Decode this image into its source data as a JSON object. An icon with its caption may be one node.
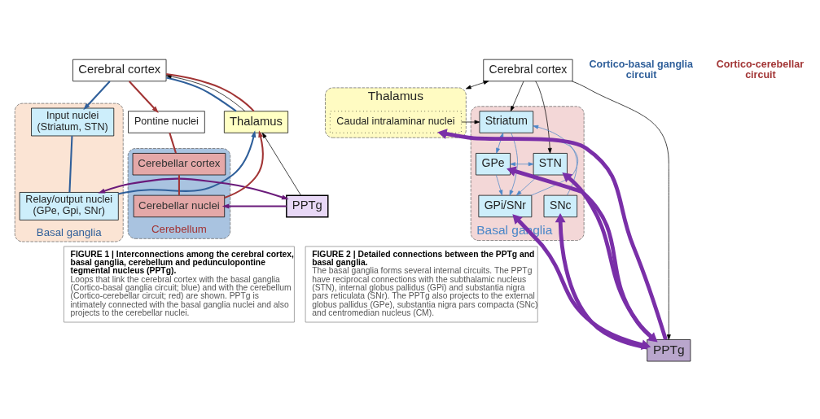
{
  "diagram": {
    "nodes": [
      {
        "text": [
          "Basal ganglia"
        ]
      },
      {
        "text": [
          "Input nuclei",
          "(Striatum, STN)"
        ],
        "in": 0
      },
      {
        "text": [
          "Relay/output nuclei",
          "(GPe, Gpi, SNr)"
        ],
        "in": 0
      },
      {
        "text": [
          "Cerebral cortex"
        ]
      },
      {
        "text": [
          "Thalamus"
        ]
      },
      {
        "text": [
          "PPTg"
        ]
      },
      {
        "text": [
          "Pontine nuclei"
        ]
      },
      {
        "text": [
          "Cerebellum"
        ]
      },
      {
        "text": [
          "Cerebellar cortex"
        ],
        "in": 7
      },
      {
        "text": [
          "Cerebellar nuclei"
        ],
        "in": 7
      },
      {
        "text": [
          "Cerebral cortex"
        ]
      },
      {
        "text": [
          "Thalamus"
        ]
      },
      {
        "text": [
          "Caudal intralaminar nuclei"
        ],
        "in": 11
      },
      {
        "text": [
          "Basal ganglia"
        ]
      },
      {
        "text": [
          "Striatum"
        ],
        "in": 13
      },
      {
        "text": [
          "STN"
        ],
        "in": 13
      },
      {
        "text": [
          "GPe"
        ],
        "in": 13
      },
      {
        "text": [
          "SNc"
        ],
        "in": 13
      },
      {
        "text": [
          "GPi/SNr"
        ],
        "in": 13
      },
      {
        "text": [
          "PPTg"
        ]
      }
    ],
    "edges": [
      {
        "from": 3,
        "to": 1,
        "arrow": "to",
        "color": "#2f5f9a"
      },
      {
        "from": 1,
        "to": 2,
        "arrow": "none",
        "color": "#2f5f9a"
      },
      {
        "from": 2,
        "to": 4,
        "arrow": "to",
        "color": "#2f5f9a"
      },
      {
        "from": 4,
        "to": 3,
        "arrow": "none",
        "color": "#2f5f9a"
      },
      {
        "from": 5,
        "to": 4,
        "arrow": "to"
      },
      {
        "from": 4,
        "to": 3,
        "arrow": "to"
      },
      {
        "from": 3,
        "to": 6,
        "arrow": "to",
        "color": "#a23535"
      },
      {
        "from": 6,
        "to": 8,
        "arrow": "none",
        "color": "#a23535"
      },
      {
        "from": 8,
        "to": 9,
        "arrow": "none",
        "color": "#a23535"
      },
      {
        "from": 9,
        "to": 4,
        "arrow": "to",
        "color": "#a23535"
      },
      {
        "from": 4,
        "to": 3,
        "arrow": "none",
        "color": "#a23535"
      },
      {
        "from": 2,
        "to": 5,
        "arrow": "both",
        "color": "#6a1a7a"
      },
      {
        "from": 5,
        "to": 9,
        "arrow": "to",
        "color": "#6a1a7a"
      },
      {
        "from": 10,
        "to": 15,
        "arrow": "to"
      },
      {
        "from": 10,
        "to": 14,
        "arrow": "to"
      },
      {
        "from": 10,
        "to": 19,
        "arrow": "to"
      },
      {
        "from": 10,
        "to": 11,
        "arrow": "both"
      },
      {
        "from": 12,
        "to": 14,
        "arrow": "to"
      },
      {
        "from": 14,
        "to": 18,
        "arrow": "to",
        "color": "#4a86c8"
      },
      {
        "from": 14,
        "to": 16,
        "arrow": "both",
        "color": "#4a86c8"
      },
      {
        "from": 17,
        "to": 14,
        "arrow": "to",
        "color": "#4a86c8"
      },
      {
        "from": 15,
        "to": 16,
        "arrow": "both",
        "color": "#4a86c8"
      },
      {
        "from": 15,
        "to": 18,
        "arrow": "to",
        "color": "#4a86c8"
      },
      {
        "from": 16,
        "to": 18,
        "arrow": "to",
        "color": "#4a86c8"
      },
      {
        "from": 18,
        "to": 11,
        "arrow": "to",
        "color": "#4a86c8"
      },
      {
        "from": 19,
        "to": 15,
        "arrow": "both",
        "style": "thick",
        "color": "#7a2fa8"
      },
      {
        "from": 19,
        "to": 18,
        "arrow": "both",
        "style": "thick",
        "color": "#7a2fa8"
      },
      {
        "from": 19,
        "to": 16,
        "arrow": "to",
        "style": "thick",
        "color": "#7a2fa8"
      },
      {
        "from": 19,
        "to": 17,
        "arrow": "to",
        "style": "thick",
        "color": "#7a2fa8"
      },
      {
        "from": 19,
        "to": 12,
        "arrow": "to",
        "style": "thick",
        "color": "#7a2fa8"
      }
    ],
    "labels": [
      "Cortico-basal ganglia circuit",
      "Cortico-cerebellar circuit",
      "FIGURE 1 | Interconnections among the cerebral cortex, basal ganglia, cerebellum and pedunculopontine tegmental nucleus (PPTg).",
      "Loops that link the cerebral cortex with the basal ganglia (Cortico-basal ganglia circuit; blue) and with the cerebellum (Cortico-cerebellar circuit; red) are shown. PPTg is intimately connected with the basal ganglia nuclei and also projects to the cerebellar nuclei.",
      "FIGURE 2 | Detailed connections between the PPTg and basal ganglia.",
      "The basal ganglia forms several internal circuits. The PPTg have reciprocal connections with the subthalamic nucleus (STN), internal globus pallidus (GPi) and substantia nigra pars reticulata (SNr). The PPTg also projects to the external globus pallidus (GPe), substantia nigra pars compacta (SNc) and centromedian nucleus (CM)."
    ]
  }
}
